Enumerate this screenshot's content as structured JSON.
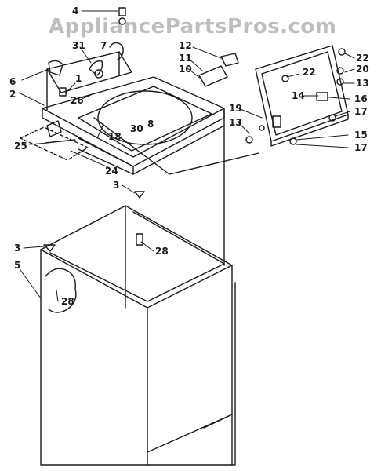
{
  "watermark": "AppliancePartsPros.com",
  "callouts": [
    {
      "id": "c4",
      "label": "4"
    },
    {
      "id": "c31",
      "label": "31"
    },
    {
      "id": "c7",
      "label": "7"
    },
    {
      "id": "c12",
      "label": "12"
    },
    {
      "id": "c11",
      "label": "11"
    },
    {
      "id": "c10",
      "label": "10"
    },
    {
      "id": "c6",
      "label": "6"
    },
    {
      "id": "c1",
      "label": "1"
    },
    {
      "id": "c2",
      "label": "2"
    },
    {
      "id": "c26",
      "label": "26"
    },
    {
      "id": "c30",
      "label": "30"
    },
    {
      "id": "c8",
      "label": "8"
    },
    {
      "id": "c18",
      "label": "18"
    },
    {
      "id": "c25",
      "label": "25"
    },
    {
      "id": "c24",
      "label": "24"
    },
    {
      "id": "c22a",
      "label": "22"
    },
    {
      "id": "c22b",
      "label": "22"
    },
    {
      "id": "c20",
      "label": "20"
    },
    {
      "id": "c13a",
      "label": "13"
    },
    {
      "id": "c14",
      "label": "14"
    },
    {
      "id": "c16",
      "label": "16"
    },
    {
      "id": "c17a",
      "label": "17"
    },
    {
      "id": "c19",
      "label": "19"
    },
    {
      "id": "c13b",
      "label": "13"
    },
    {
      "id": "c15",
      "label": "15"
    },
    {
      "id": "c17b",
      "label": "17"
    },
    {
      "id": "c3a",
      "label": "3"
    },
    {
      "id": "c28a",
      "label": "28"
    },
    {
      "id": "c3b",
      "label": "3"
    },
    {
      "id": "c5",
      "label": "5"
    },
    {
      "id": "c28b",
      "label": "28"
    }
  ]
}
